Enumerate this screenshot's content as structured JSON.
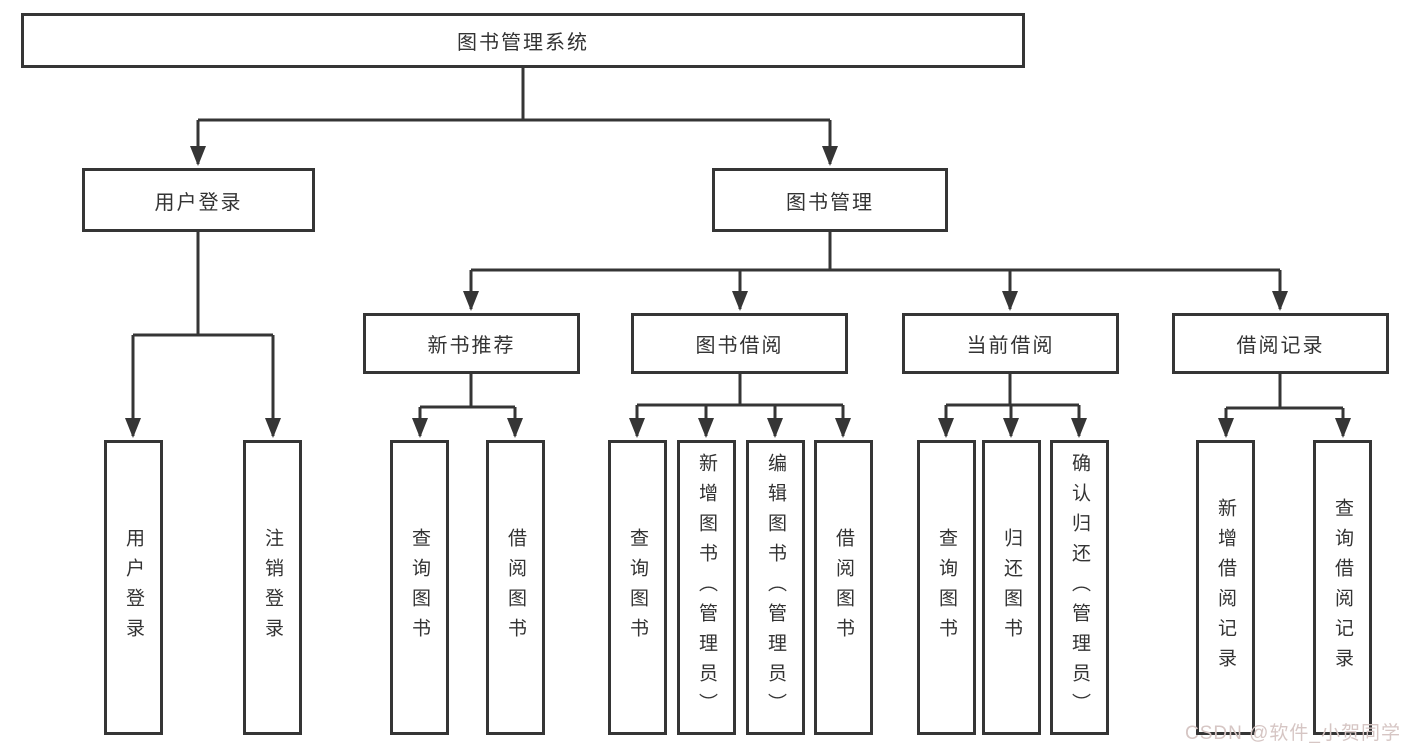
{
  "diagram": {
    "root": {
      "label": "图书管理系统"
    },
    "branches": [
      {
        "label": "用户登录",
        "children": [
          "用户登录",
          "注销登录"
        ]
      },
      {
        "label": "图书管理"
      }
    ],
    "modules": [
      {
        "label": "新书推荐",
        "children": [
          "查询图书",
          "借阅图书"
        ]
      },
      {
        "label": "图书借阅",
        "children": [
          "查询图书",
          "新增图书（管理员）",
          "编辑图书（管理员）",
          "借阅图书"
        ]
      },
      {
        "label": "当前借阅",
        "children": [
          "查询图书",
          "归还图书",
          "确认归还（管理员）"
        ]
      },
      {
        "label": "借阅记录",
        "children": [
          "新增借阅记录",
          "查询借阅记录"
        ]
      }
    ]
  },
  "watermark": {
    "text": "CSDN @软件_小贺同学"
  },
  "colors": {
    "line": "#353535",
    "box_border": "#353535",
    "text": "#333333",
    "watermark": "#d6c6c4",
    "background": "#ffffff"
  }
}
